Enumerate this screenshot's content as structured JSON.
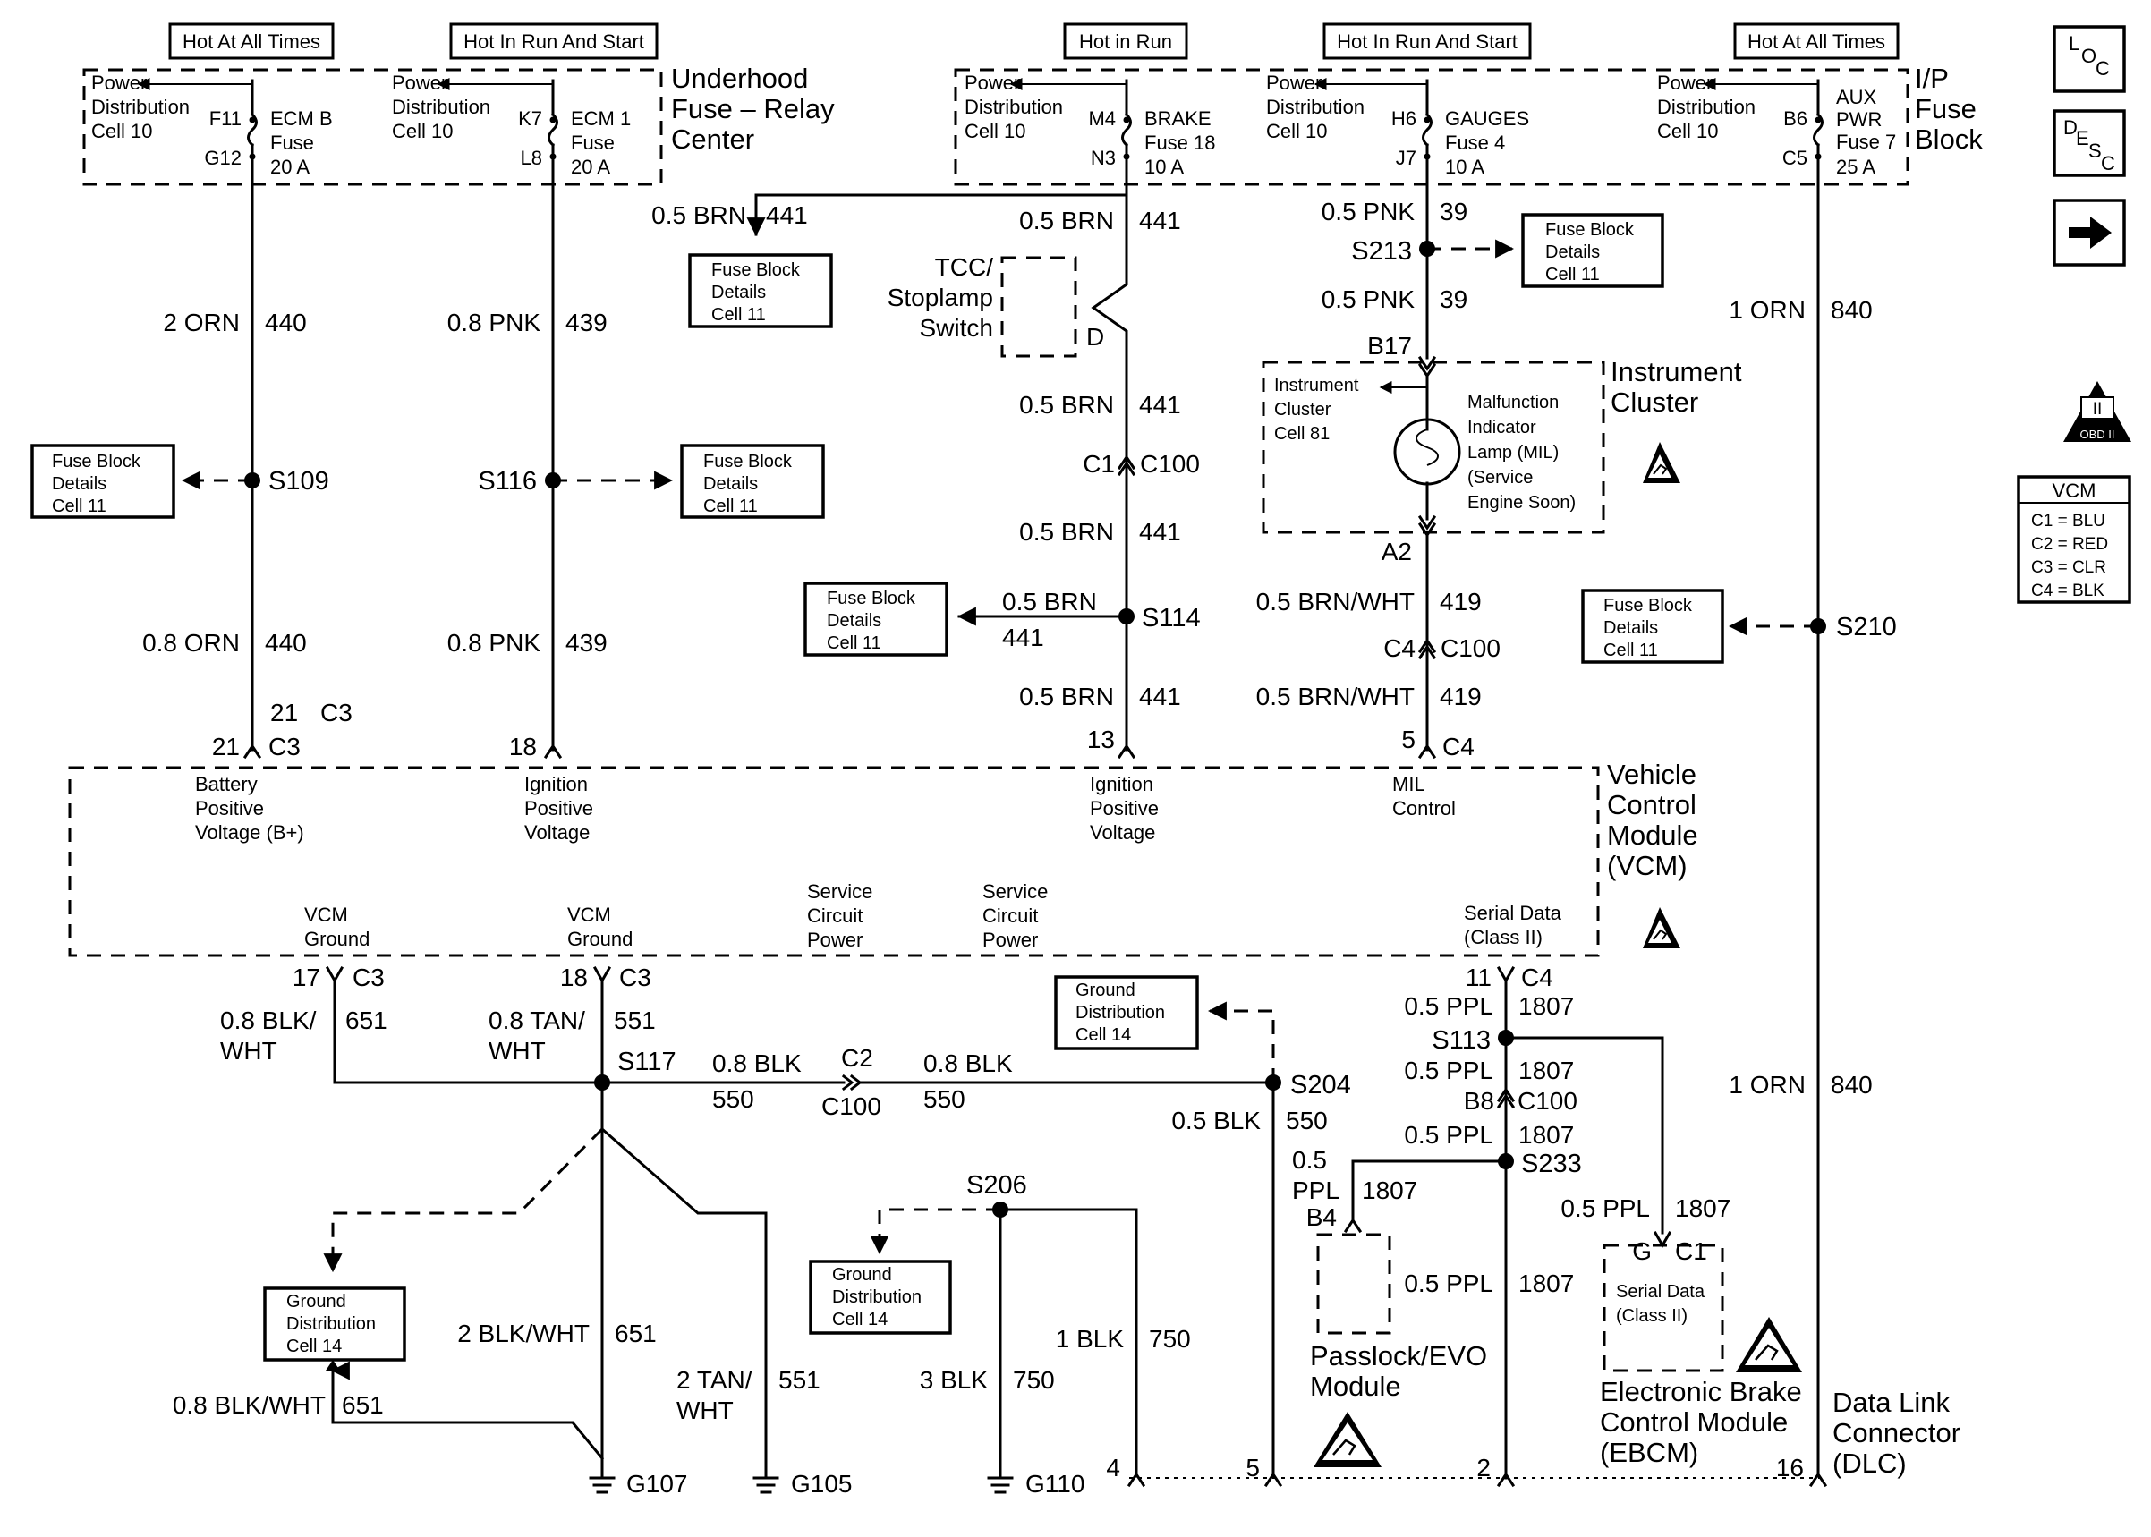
{
  "headers": [
    "Hot At All Times",
    "Hot In Run And Start",
    "Hot in Run",
    "Hot In Run And Start",
    "Hot At All Times"
  ],
  "fuses": [
    {
      "pd": [
        "Power",
        "Distribution",
        "Cell 10"
      ],
      "top": "F11",
      "bot": "G12",
      "label": [
        "ECM B",
        "Fuse",
        "20 A"
      ]
    },
    {
      "pd": [
        "Power",
        "Distribution",
        "Cell 10"
      ],
      "top": "K7",
      "bot": "L8",
      "label": [
        "ECM 1",
        "Fuse",
        "20 A"
      ]
    },
    {
      "pd": [
        "Power",
        "Distribution",
        "Cell 10"
      ],
      "top": "M4",
      "bot": "N3",
      "label": [
        "BRAKE",
        "Fuse 18",
        "10 A"
      ]
    },
    {
      "pd": [
        "Power",
        "Distribution",
        "Cell 10"
      ],
      "top": "H6",
      "bot": "J7",
      "label": [
        "GAUGES",
        "Fuse 4",
        "10 A"
      ]
    },
    {
      "pd": [
        "Power",
        "Distribution",
        "Cell 10"
      ],
      "top": "B6",
      "bot": "C5",
      "label": [
        "AUX",
        "PWR",
        "Fuse 7",
        "25 A"
      ]
    }
  ],
  "underhood": [
    "Underhood",
    "Fuse – Relay",
    "Center"
  ],
  "ipfuse": [
    "I/P",
    "Fuse",
    "Block"
  ],
  "fuse_block_details": [
    "Fuse Block",
    "Details",
    "Cell 11"
  ],
  "ground_distribution": [
    "Ground",
    "Distribution",
    "Cell 14"
  ],
  "splices": [
    "S109",
    "S116",
    "S114",
    "S213",
    "S210",
    "S117",
    "S204",
    "S113",
    "S233",
    "S206"
  ],
  "wires": {
    "w440a": [
      "2 ORN",
      "440"
    ],
    "w440b": [
      "0.8 ORN",
      "440"
    ],
    "w439a": [
      "0.8 PNK",
      "439"
    ],
    "w439b": [
      "0.8 PNK",
      "439"
    ],
    "w441top": [
      "0.5 BRN",
      "441"
    ],
    "w441a": [
      "0.5 BRN",
      "441"
    ],
    "w441b": [
      "0.5 BRN",
      "441"
    ],
    "w441c": [
      "0.5 BRN",
      "441"
    ],
    "w441d": [
      "0.5 BRN",
      "441"
    ],
    "w441e": [
      "0.5 BRN",
      "441"
    ],
    "w39a": [
      "0.5 PNK",
      "39"
    ],
    "w39b": [
      "0.5 PNK",
      "39"
    ],
    "w419a": [
      "0.5 BRN/WHT",
      "419"
    ],
    "w419b": [
      "0.5 BRN/WHT",
      "419"
    ],
    "w840a": [
      "1 ORN",
      "840"
    ],
    "w840b": [
      "1 ORN",
      "840"
    ],
    "w651a": [
      "0.8 BLK/",
      "WHT",
      "651"
    ],
    "w551a": [
      "0.8 TAN/",
      "WHT",
      "551"
    ],
    "w550a": [
      "0.8 BLK",
      "550"
    ],
    "w550b": [
      "0.8 BLK",
      "550"
    ],
    "w550c": [
      "0.5 BLK",
      "550"
    ],
    "w651b": [
      "2 BLK/WHT",
      "651"
    ],
    "w551b": [
      "2 TAN/",
      "WHT",
      "551"
    ],
    "w651c": [
      "0.8 BLK/WHT",
      "651"
    ],
    "w750a": [
      "3 BLK",
      "750"
    ],
    "w750b": [
      "1 BLK",
      "750"
    ],
    "w1807a": [
      "0.5 PPL",
      "1807"
    ],
    "w1807b": [
      "0.5 PPL",
      "1807"
    ],
    "w1807c": [
      "0.5 PPL",
      "1807"
    ],
    "w1807d": [
      "0.5",
      "PPL",
      "1807"
    ],
    "w1807e": [
      "0.5 PPL",
      "1807"
    ],
    "w1807f": [
      "0.5 PPL",
      "1807"
    ]
  },
  "connectors": {
    "c3a": "21",
    "c3a2": "C3",
    "c3b": "21",
    "c3b2": "C3",
    "c18": "18",
    "c13": "13",
    "c5": "5",
    "c5b": "C4",
    "c17": "17",
    "c17b": "C3",
    "c18b": "18",
    "c18c": "C3",
    "c11": "11",
    "c11b": "C4",
    "c1": "C1",
    "c100a": "C100",
    "c4": "C4",
    "c100b": "C100",
    "c2": "C2",
    "c100c": "C100",
    "b8": "B8",
    "c100d": "C100",
    "b17": "B17",
    "a2": "A2",
    "b4": "B4",
    "g": "G",
    "gc1": "C1",
    "d": "D",
    "dlc4": "4",
    "dlc5": "5",
    "dlc2": "2",
    "dlc16": "16"
  },
  "tcc": [
    "TCC/",
    "Stoplamp",
    "Switch"
  ],
  "ic_label": [
    "Instrument",
    "Cluster"
  ],
  "ic_cell": [
    "Instrument",
    "Cluster",
    "Cell 81"
  ],
  "mil": [
    "Malfunction",
    "Indicator",
    "Lamp (MIL)",
    "(Service",
    "Engine Soon)"
  ],
  "vcm_label": [
    "Vehicle",
    "Control",
    "Module",
    "(VCM)"
  ],
  "vcm_pins": {
    "bpv": [
      "Battery",
      "Positive",
      "Voltage (B+)"
    ],
    "ipv1": [
      "Ignition",
      "Positive",
      "Voltage"
    ],
    "ipv2": [
      "Ignition",
      "Positive",
      "Voltage"
    ],
    "mil": [
      "MIL",
      "Control"
    ],
    "gnd1": [
      "VCM",
      "Ground"
    ],
    "gnd2": [
      "VCM",
      "Ground"
    ],
    "scp1": [
      "Service",
      "Circuit",
      "Power"
    ],
    "scp2": [
      "Service",
      "Circuit",
      "Power"
    ],
    "sd": [
      "Serial Data",
      "(Class II)"
    ]
  },
  "grounds": [
    "G107",
    "G105",
    "G110"
  ],
  "passlock": [
    "Passlock/EVO",
    "Module"
  ],
  "ebcm_box": [
    "Serial Data",
    "(Class II)"
  ],
  "ebcm": [
    "Electronic Brake",
    "Control Module",
    "(EBCM)"
  ],
  "dlc": [
    "Data Link",
    "Connector",
    "(DLC)"
  ],
  "nav": {
    "loc": [
      "L",
      "O",
      "C"
    ],
    "desc": [
      "D",
      "E",
      "S",
      "C"
    ]
  },
  "obd": [
    "II",
    "OBD II"
  ],
  "legend": {
    "title": "VCM",
    "rows": [
      "C1 = BLU",
      "C2 = RED",
      "C3 = CLR",
      "C4 = BLK"
    ]
  }
}
